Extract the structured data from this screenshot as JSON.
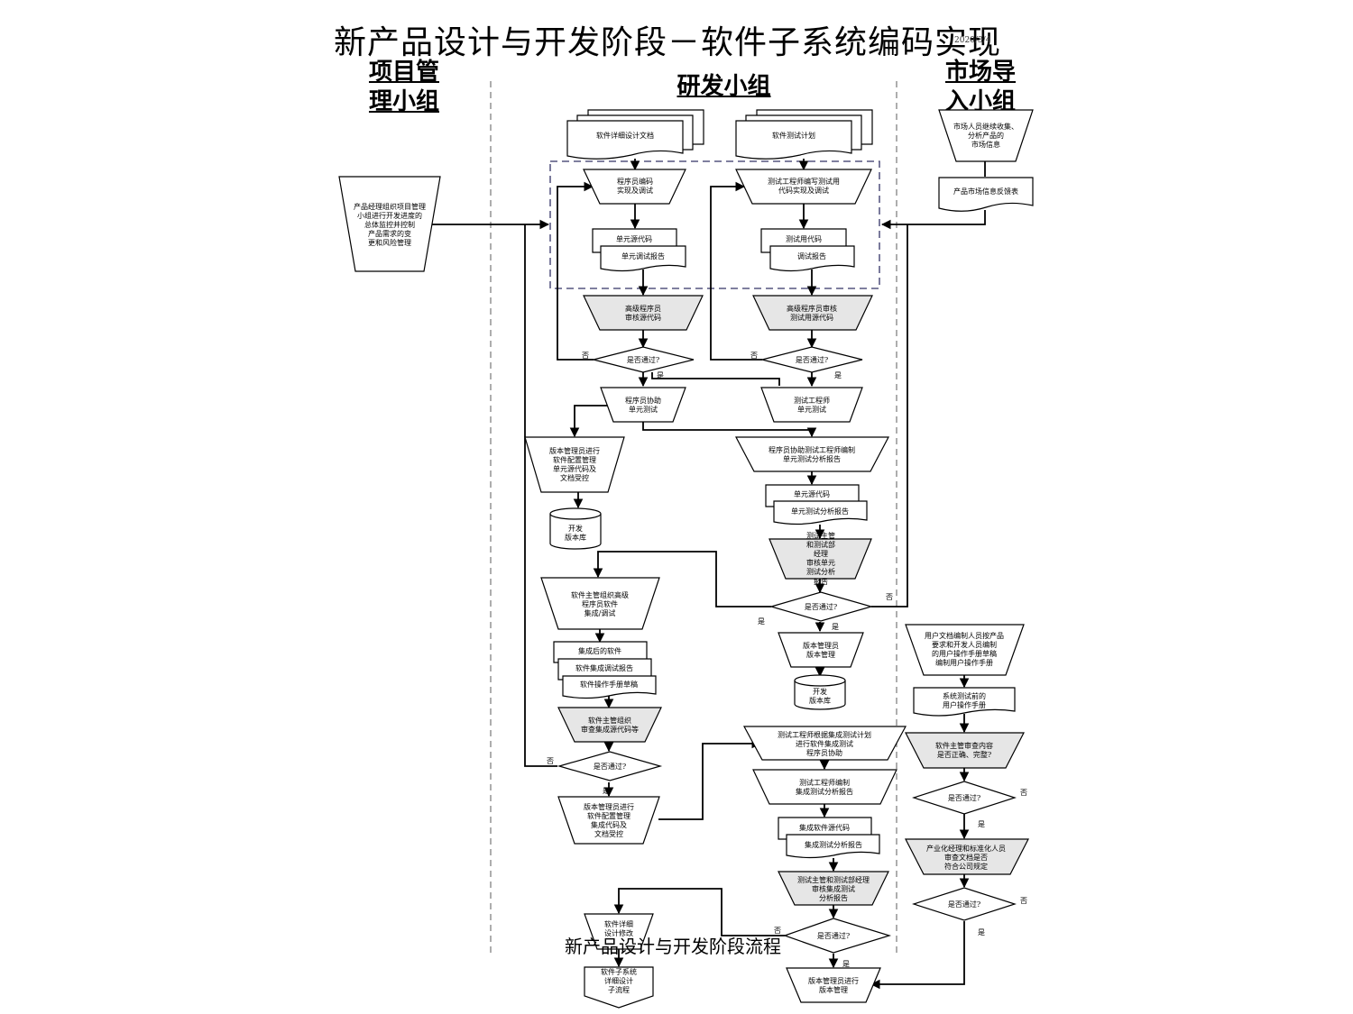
{
  "title": "新产品设计与开发阶段－软件子系统编码实现",
  "date": "2020/3/4",
  "lanes": {
    "pm": [
      "项目管",
      "理小组"
    ],
    "rd": [
      "研发小组"
    ],
    "mkt": [
      "市场导",
      "入小组"
    ]
  },
  "caption": "新产品设计与开发阶段流程",
  "yes": "是",
  "no": "否",
  "nodes": {
    "pm_manage": [
      "产品经理组织项目管理",
      "小组进行开发进度的",
      "总体监控并控制",
      "产品需求的变",
      "更和风险管理"
    ],
    "mkt_collect": [
      "市场人员继续收集、",
      "分析产品的",
      "市场信息"
    ],
    "mkt_feedback": [
      "产品市场信息反馈表"
    ],
    "doc_design": [
      "软件详细设计文档"
    ],
    "doc_testplan": [
      "软件测试计划"
    ],
    "prog_code": [
      "程序员编码",
      "实现及调试"
    ],
    "test_code": [
      "测试工程师编写测试用",
      "代码实现及调试"
    ],
    "unit_src": [
      "单元源代码"
    ],
    "unit_dbg": [
      "单元调试报告"
    ],
    "test_src": [
      "测试用代码"
    ],
    "test_dbg": [
      "调试报告"
    ],
    "review_src": [
      "高级程序员",
      "审核源代码"
    ],
    "review_test": [
      "高级程序员审核",
      "测试用源代码"
    ],
    "decision": [
      "是否通过?"
    ],
    "prog_unit": [
      "程序员协助",
      "单元测试"
    ],
    "tester_unit": [
      "测试工程师",
      "单元测试"
    ],
    "ver_cfg1": [
      "版本管理员进行",
      "软件配置管理",
      "单元源代码及",
      "文档受控"
    ],
    "dev_lib": [
      "开发",
      "版本库"
    ],
    "unit_report": [
      "程序员协助测试工程师编制",
      "单元测试分析报告"
    ],
    "unit_src2": [
      "单元源代码"
    ],
    "unit_ana": [
      "单元测试分析报告"
    ],
    "mgr_review": [
      "测试主管",
      "和测试部",
      "经理",
      "审核单元",
      "测试分析",
      "报告"
    ],
    "integrate": [
      "软件主管组织高级",
      "程序员软件",
      "集成/调试"
    ],
    "int_sw": [
      "集成后的软件"
    ],
    "int_report": [
      "软件集成调试报告"
    ],
    "manual_draft": [
      "软件操作手册草稿"
    ],
    "ver_mgmt": [
      "版本管理员",
      "版本管理"
    ],
    "int_review": [
      "软件主管组织",
      "审查集成源代码等"
    ],
    "ver_cfg2": [
      "版本管理员进行",
      "软件配置管理",
      "集成代码及",
      "文档受控"
    ],
    "int_test": [
      "测试工程师根据集成测试计划",
      "进行软件集成测试",
      "程序员协助"
    ],
    "int_ana": [
      "测试工程师编制",
      "集成测试分析报告"
    ],
    "int_src": [
      "集成软件源代码"
    ],
    "int_ana2": [
      "集成测试分析报告"
    ],
    "int_mgr_review": [
      "测试主管和测试部经理",
      "审核集成测试",
      "分析报告"
    ],
    "detail_mod": [
      "软件详细",
      "设计修改"
    ],
    "subflow": [
      "软件子系统",
      "详细设计",
      "子流程"
    ],
    "final_ver": [
      "版本管理员进行",
      "版本管理"
    ],
    "user_doc": [
      "用户文档编制人员按产品",
      "要求和开发人员编制",
      "的用户操作手册草稿",
      "编制用户操作手册"
    ],
    "sys_manual": [
      "系统测试前的",
      "用户操作手册"
    ],
    "sw_review": [
      "软件主管审查内容",
      "是否正确、完整?"
    ],
    "std_review": [
      "产业化经理和标准化人员",
      "审查文档是否",
      "符合公司规定"
    ]
  }
}
